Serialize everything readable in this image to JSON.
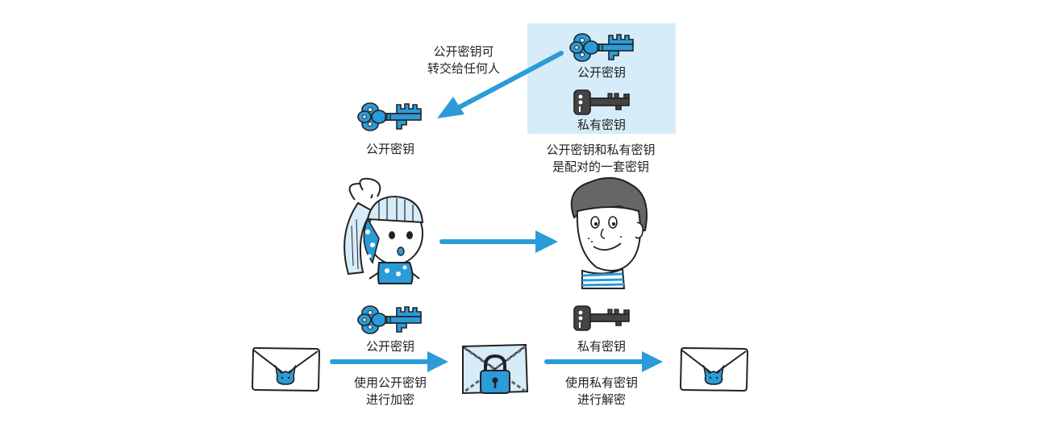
{
  "top": {
    "transfer_note": [
      "公开密钥可",
      "转交给任何人"
    ],
    "received_public_key_label": "公开密钥",
    "keypair_box": {
      "public_key_label": "公开密钥",
      "private_key_label": "私有密钥",
      "highlight_color": "#d6ecf9"
    },
    "pair_note": [
      "公开密钥和私有密钥",
      "是配对的一套密钥"
    ]
  },
  "bottom": {
    "sender_public_key_label": "公开密钥",
    "receiver_private_key_label": "私有密钥",
    "encrypt_note": [
      "使用公开密钥",
      "进行加密"
    ],
    "decrypt_note": [
      "使用私有密钥",
      "进行解密"
    ]
  },
  "colors": {
    "accent_blue": "#2b9bd9",
    "dark_key": "#444444",
    "outline": "#222222"
  },
  "icons": {
    "public_key": "public-key-icon",
    "private_key": "private-key-icon",
    "envelope": "envelope-icon",
    "locked_envelope": "locked-envelope-icon",
    "sender": "sender-girl-figure",
    "receiver": "receiver-boy-figure"
  }
}
